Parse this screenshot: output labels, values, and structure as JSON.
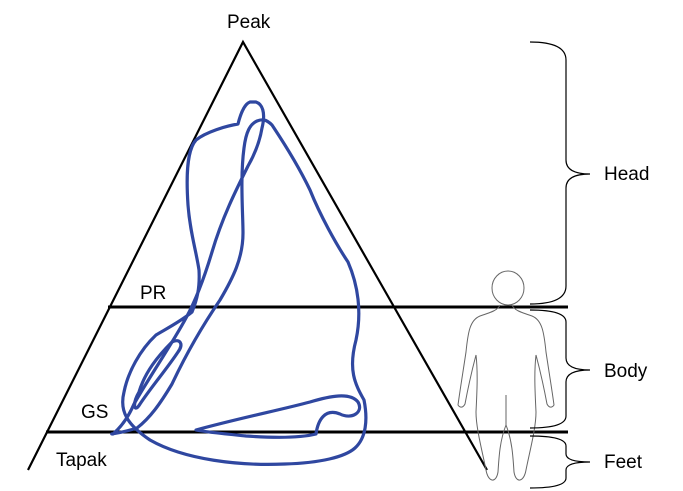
{
  "labels": {
    "peak": "Peak",
    "pr": "PR",
    "gs": "GS",
    "tapak": "Tapak",
    "head": "Head",
    "body": "Body",
    "feet": "Feet"
  },
  "colors": {
    "curve": "#2f47a0",
    "lines": "#000000",
    "figure": "#666666"
  }
}
